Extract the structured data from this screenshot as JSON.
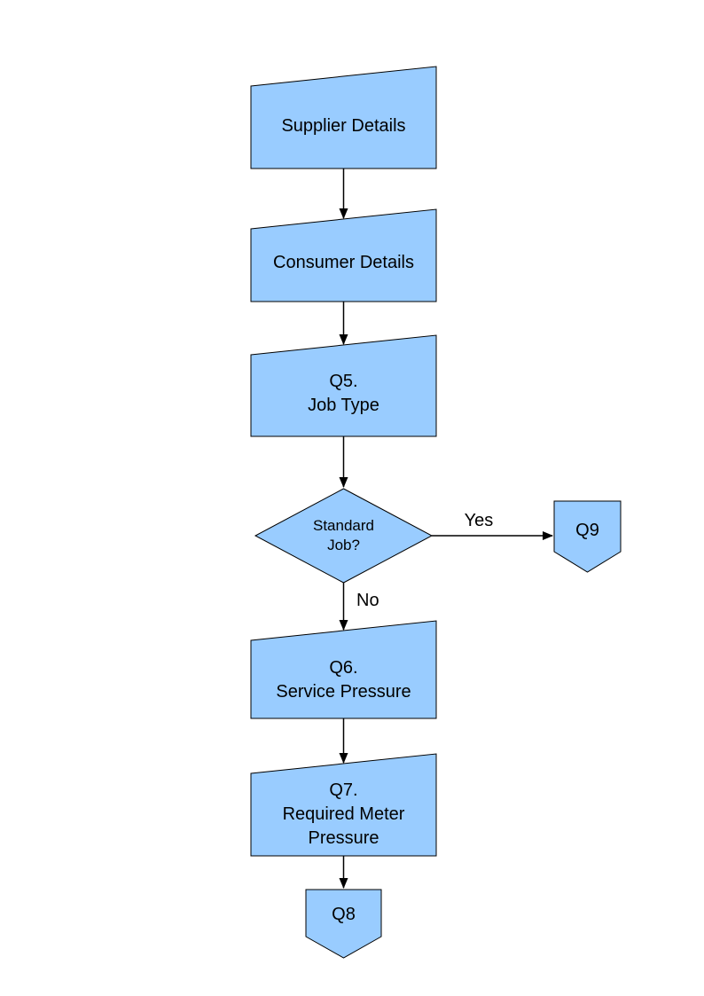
{
  "diagram": {
    "shape_fill": "#99CCFF",
    "shape_stroke": "#000000",
    "connector_color": "#000000",
    "nodes": {
      "supplier_details": {
        "label": "Supplier Details",
        "shape": "manual-input"
      },
      "consumer_details": {
        "label": "Consumer Details",
        "shape": "manual-input"
      },
      "q5_job_type": {
        "lines": [
          "Q5.",
          "Job Type"
        ],
        "shape": "manual-input"
      },
      "standard_job_decision": {
        "lines": [
          "Standard",
          "Job?"
        ],
        "shape": "decision"
      },
      "q9_connector": {
        "label": "Q9",
        "shape": "off-page-connector"
      },
      "q6_service_pressure": {
        "lines": [
          "Q6.",
          "Service Pressure"
        ],
        "shape": "manual-input"
      },
      "q7_required_meter_pressure": {
        "lines": [
          "Q7.",
          "Required Meter",
          "Pressure"
        ],
        "shape": "manual-input"
      },
      "q8_connector": {
        "label": "Q8",
        "shape": "off-page-connector"
      }
    },
    "edge_labels": {
      "yes": "Yes",
      "no": "No"
    }
  }
}
